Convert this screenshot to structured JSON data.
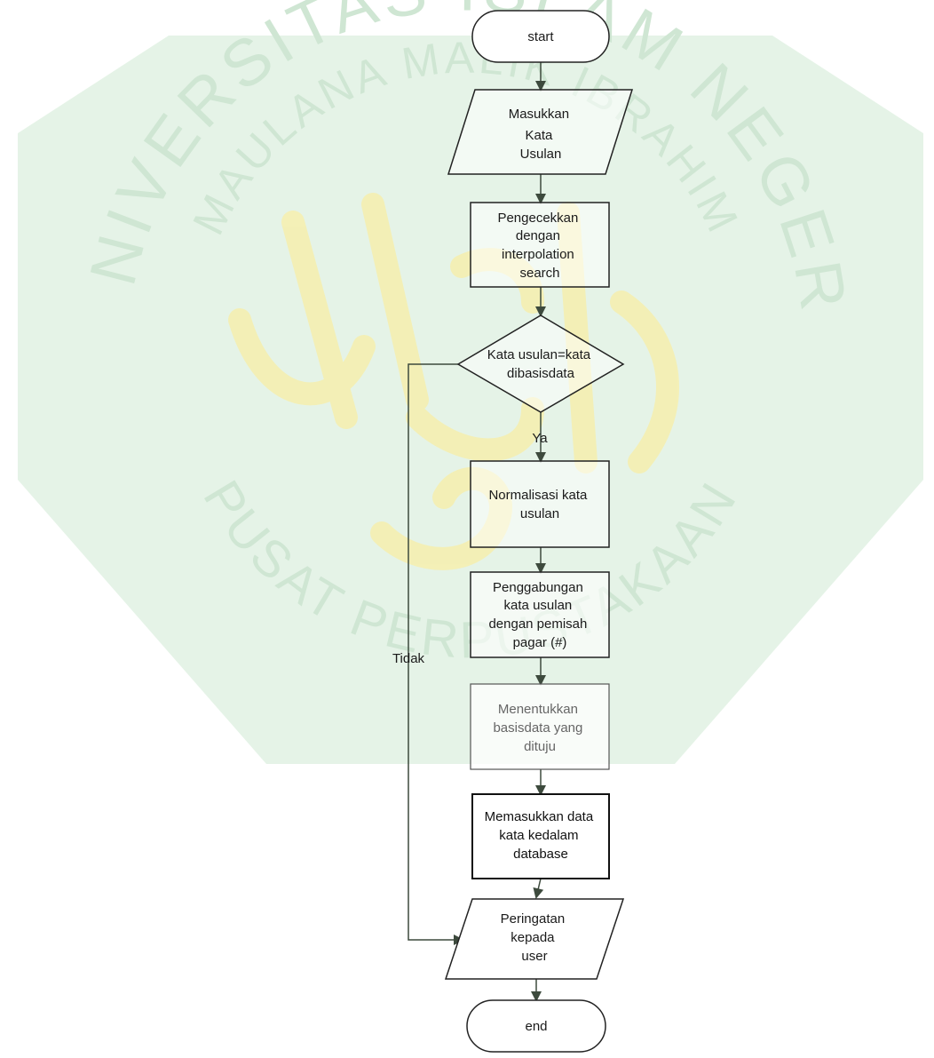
{
  "watermark": {
    "top_arc_text": "UNIVERSITAS ISLAM NEGERI",
    "inner_arc_text": "MAULANA MALIK IBRAHIM",
    "bottom_arc_text": "PUSAT PERPUSTAKAAN",
    "colors": {
      "green": "#dcefdf",
      "green_text": "#cfe6d3",
      "gold": "#f4efb4"
    }
  },
  "flow_colors": {
    "stroke": "#222222",
    "stroke_faded": "#555555",
    "arrow": "#3d4a3d",
    "text": "#1a1a1a",
    "text_faded": "#666666"
  },
  "nodes": [
    {
      "id": "start",
      "shape": "terminator",
      "lines": [
        "start"
      ]
    },
    {
      "id": "input",
      "shape": "parallelogram",
      "lines": [
        "Masukkan",
        "Kata",
        "Usulan"
      ]
    },
    {
      "id": "check",
      "shape": "process",
      "lines": [
        "Pengecekkan",
        "dengan",
        "interpolation",
        "search"
      ]
    },
    {
      "id": "decision",
      "shape": "decision",
      "lines": [
        "Kata usulan=kata",
        "dibasisdata"
      ]
    },
    {
      "id": "normalize",
      "shape": "process",
      "lines": [
        "Normalisasi kata",
        "usulan"
      ]
    },
    {
      "id": "merge",
      "shape": "process",
      "lines": [
        "Penggabungan",
        "kata usulan",
        "dengan pemisah",
        "pagar (#)"
      ]
    },
    {
      "id": "target",
      "shape": "process",
      "faded": true,
      "lines": [
        "Menentukkan",
        "basisdata yang",
        "dituju"
      ]
    },
    {
      "id": "insert",
      "shape": "process",
      "bold": true,
      "lines": [
        "Memasukkan data",
        "kata kedalam",
        "database"
      ]
    },
    {
      "id": "warning",
      "shape": "parallelogram",
      "lines": [
        "Peringatan",
        "kepada",
        "user"
      ]
    },
    {
      "id": "end",
      "shape": "terminator",
      "lines": [
        "end"
      ]
    }
  ],
  "edge_labels": {
    "yes": "Ya",
    "no": "Tidak"
  }
}
